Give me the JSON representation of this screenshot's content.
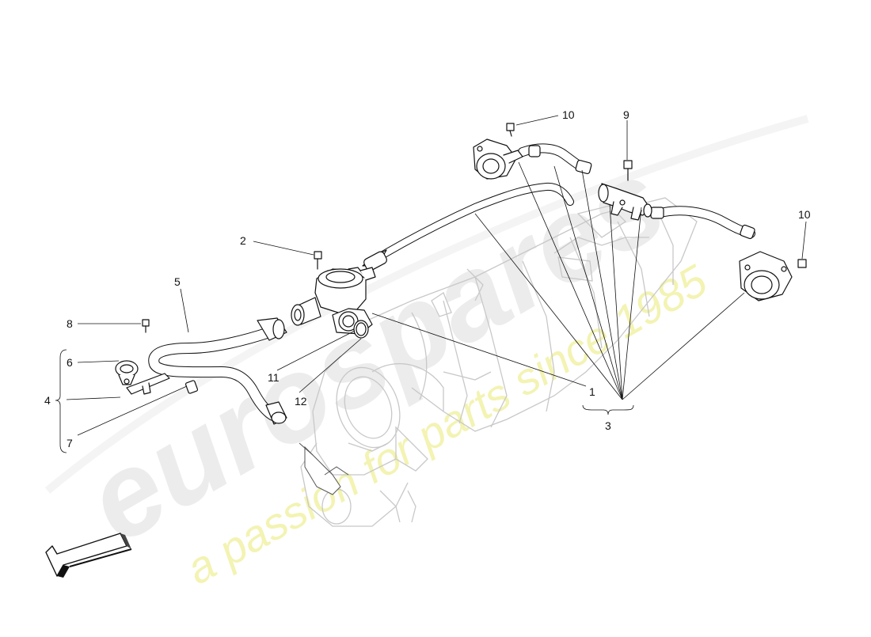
{
  "watermark": {
    "brand": "eurospares",
    "tagline": "a passion for parts since 1985",
    "brand_color": "#e4e4e4",
    "tagline_color": "#f2f2a8"
  },
  "callouts": {
    "c1": "1",
    "c2": "2",
    "c3": "3",
    "c4": "4",
    "c5": "5",
    "c6": "6",
    "c7": "7",
    "c8": "8",
    "c9": "9",
    "c10a": "10",
    "c10b": "10",
    "c11": "11",
    "c12": "12"
  },
  "colors": {
    "line": "#111111",
    "ghost": "#c9c9c9",
    "part_fill": "#ffffff"
  }
}
